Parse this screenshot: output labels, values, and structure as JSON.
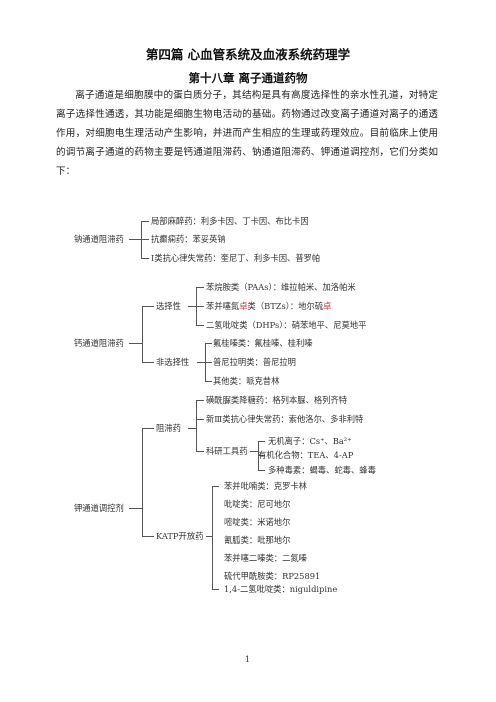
{
  "header": {
    "part_title": "第四篇  心血管系统及血液系统药理学",
    "chapter_title": "第十八章  离子通道药物"
  },
  "intro": "离子通道是细胞膜中的蛋白质分子，其结构是具有高度选择性的亲水性孔道，对特定离子选择性通透，其功能是细胞生物电活动的基础。药物通过改变离子通道对离子的通透作用，对细胞电生理活动产生影响，并进而产生相应的生理或药理效应。目前临床上使用的调节离子通道的药物主要是钙通道阻滞药、钠通道阻滞药、钾通道调控剂，它们分类如下：",
  "sodium": {
    "root": "钠通道阻滞药",
    "items": [
      "局部麻醉药：利多卡因、丁卡因、布比卡因",
      "抗癫痫药：苯妥英钠",
      "Ⅰ类抗心律失常药：奎尼丁、利多卡因、普罗帕"
    ]
  },
  "calcium": {
    "root": "钙通道阻滞药",
    "selective": {
      "label": "选择性",
      "items": [
        {
          "pre": "苯烷胺类（PAAs）：维拉帕米、加洛帕米",
          "red": "",
          "post": ""
        },
        {
          "pre": "苯并噻氮",
          "red": "卓",
          "post": "类（BTZs）：地尔硫",
          "red2": "卓"
        },
        {
          "pre": "二氢吡啶类（DHPs）：硝苯地平、尼莫地平",
          "red": "",
          "post": ""
        }
      ]
    },
    "nonselective": {
      "label": "非选择性",
      "items": [
        "氟桂嗪类：氟桂嗪、桂利嗪",
        "普尼拉明类：普尼拉明",
        "其他类：哌克昔林"
      ]
    }
  },
  "potassium": {
    "root": "钾通道调控剂",
    "blockers": {
      "label": "阻滞药",
      "items": [
        "磺酰脲类降糖药：格列本脲、格列齐特",
        "新Ⅲ类抗心律失常药：索他洛尔、多非利特"
      ],
      "research": {
        "label": "科研工具药",
        "items": [
          "无机离子：Cs⁺、Ba²⁺",
          "有机化合物：TEA、4-AP",
          "多种毒素：蝎毒、蛇毒、蜂毒"
        ]
      }
    },
    "openers": {
      "label": "KATP开放药",
      "items": [
        "苯并吡喃类：克罗卡林",
        "吡啶类：尼可地尔",
        "嘧啶类：米诺地尔",
        "氰胍类：吡那地尔",
        "苯并噻二嗪类：二氮嗪",
        "硫代甲酰胺类：RP25891",
        "1,4-二氢吡啶类：niguldipine"
      ]
    }
  },
  "page_number": "1"
}
